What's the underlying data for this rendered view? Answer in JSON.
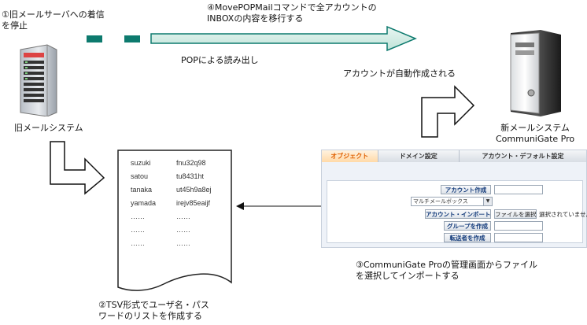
{
  "step4": {
    "line1": "④MovePOPMailコマンドで全アカウントの",
    "line2": "INBOXの内容を移行する"
  },
  "step1": {
    "line1": "①旧メールサーバへの着信",
    "line2": "を停止"
  },
  "pop_label": "POPによる読み出し",
  "auto_create": "アカウントが自動作成される",
  "old_system": "旧メールシステム",
  "new_system": {
    "line1": "新メールシステム",
    "line2": "CommuniGate Pro"
  },
  "tsv_rows": [
    {
      "user": "suzuki",
      "pass": "fnu32q98"
    },
    {
      "user": "satou",
      "pass": "tu8431ht"
    },
    {
      "user": "tanaka",
      "pass": "ut45h9a8ej"
    },
    {
      "user": "yamada",
      "pass": "irejv85eaijf"
    },
    {
      "user": "……",
      "pass": "……"
    },
    {
      "user": "……",
      "pass": "……"
    },
    {
      "user": "……",
      "pass": "……"
    }
  ],
  "step2": {
    "line1": "②TSV形式でユーザ名・パス",
    "line2": "ワードのリストを作成する"
  },
  "step3": {
    "line1": "③CommuniGate Proの管理画面からファイル",
    "line2": "を選択してインポートする"
  },
  "ui": {
    "tabs": [
      "オブジェクト",
      "ドメイン設定",
      "アカウント・デフォルト設定"
    ],
    "create_account": "アカウント作成",
    "mailbox_type": "マルチメールボックス",
    "import_account": "アカウント・インポート",
    "choose_file": "ファイルを選択",
    "no_file": "選択されていません",
    "create_group": "グループを作成",
    "create_forwarder": "転送者を作成"
  }
}
